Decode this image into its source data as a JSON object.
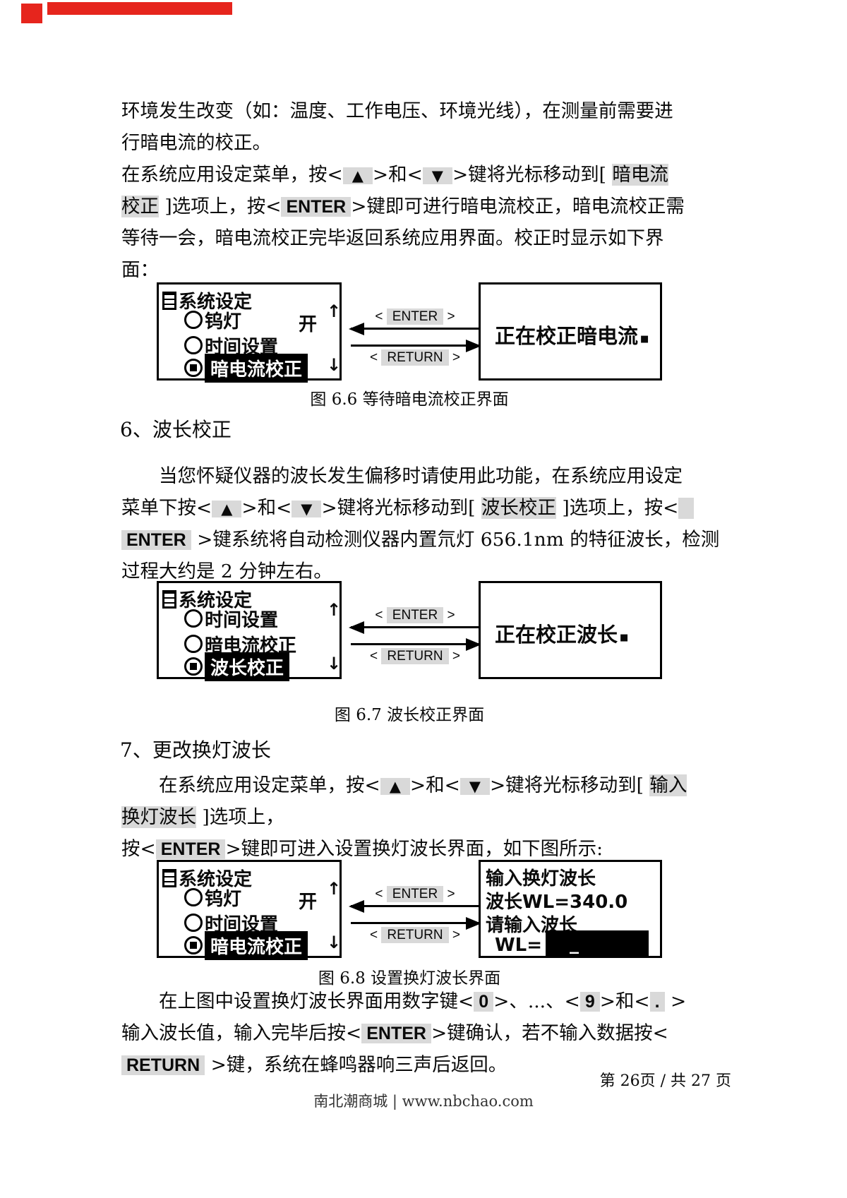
{
  "colors": {
    "highlight": "#d9d9d9",
    "red_mark": "#e6251d",
    "lcd_fg": "#000000",
    "footer_text": "#333333"
  },
  "icons": {
    "up": "↑",
    "down": "↓",
    "square_dot": "■"
  },
  "arrows": {
    "lt": "<",
    "gt": ">",
    "enter": "ENTER",
    "return": "RETURN"
  },
  "para1": {
    "lines": [
      [
        {
          "t": "环境发生改变（如：温度、工作电压、环境光线），在测量前需要进"
        }
      ],
      [
        {
          "t": "行暗电流的校正。"
        }
      ],
      [
        {
          "t": "在系统应用设定菜单，按<"
        },
        {
          "t": "▲",
          "c": "sym hl"
        },
        {
          "t": ">和<"
        },
        {
          "t": "▼",
          "c": "sym hl"
        },
        {
          "t": ">键将光标移动到[ "
        },
        {
          "t": "暗电流",
          "c": "hl"
        }
      ],
      [
        {
          "t": "校正",
          "c": "hl"
        },
        {
          "t": " ]选项上，按<"
        },
        {
          "t": "ENTER",
          "c": "en hl"
        },
        {
          "t": ">键即可进行暗电流校正，暗电流校正需"
        }
      ],
      [
        {
          "t": "等待一会，暗电流校正完毕返回系统应用界面。校正时显示如下界"
        }
      ],
      [
        {
          "t": "面："
        }
      ]
    ]
  },
  "sections": {
    "s6": {
      "heading": "6、波长校正",
      "lines": [
        [
          {
            "t": "　　当您怀疑仪器的波长发生偏移时请使用此功能，在系统应用设定"
          }
        ],
        [
          {
            "t": "菜单下按<"
          },
          {
            "t": "▲",
            "c": "sym hl"
          },
          {
            "t": ">和<"
          },
          {
            "t": "▼",
            "c": "sym hl"
          },
          {
            "t": ">键将光标移动到[ "
          },
          {
            "t": "波长校正",
            "c": "hl"
          },
          {
            "t": " ]选项上，按<"
          },
          {
            "t": "",
            "c": "hl stub"
          }
        ],
        [
          {
            "t": "ENTER",
            "c": "en hl"
          },
          {
            "t": " >键系统将自动检测仪器内置氘灯 656.1nm 的特征波长，检测"
          }
        ],
        [
          {
            "t": "过程大约是 2 分钟左右。"
          }
        ]
      ]
    },
    "s7": {
      "heading": "7、更改换灯波长",
      "lines": [
        [
          {
            "t": "　　在系统应用设定菜单，按<"
          },
          {
            "t": "▲",
            "c": "sym hl"
          },
          {
            "t": ">和<"
          },
          {
            "t": "▼",
            "c": "sym hl"
          },
          {
            "t": ">键将光标移动到[ "
          },
          {
            "t": "输入",
            "c": "hl"
          }
        ],
        [
          {
            "t": "换灯波长",
            "c": "hl"
          },
          {
            "t": " ]选项上，"
          }
        ],
        [
          {
            "t": "按<"
          },
          {
            "t": "ENTER",
            "c": "en hl"
          },
          {
            "t": ">键即可进入设置换灯波长界面，如下图所示:"
          }
        ]
      ]
    },
    "tail": {
      "lines": [
        [
          {
            "t": "　　在上图中设置换灯波长界面用数字键<"
          },
          {
            "t": "0",
            "c": "en hl"
          },
          {
            "t": ">、...、<"
          },
          {
            "t": "9",
            "c": "en hl"
          },
          {
            "t": ">和<"
          },
          {
            "t": ".",
            "c": "en hl"
          },
          {
            "t": " >"
          }
        ],
        [
          {
            "t": "输入波长值，输入完毕后按<"
          },
          {
            "t": "ENTER",
            "c": "en hl"
          },
          {
            "t": ">键确认，若不输入数据按<"
          }
        ],
        [
          {
            "t": "RETURN",
            "c": "en hl"
          },
          {
            "t": " >键，系统在蜂鸣器响三声后返回。"
          }
        ]
      ]
    }
  },
  "figures": {
    "f66": {
      "caption": "图 6.6 等待暗电流校正界面",
      "left": {
        "title": "系统设定",
        "items": [
          {
            "label": "钨灯",
            "value": "开"
          },
          {
            "label": "时间设置"
          },
          {
            "label": "暗电流校正",
            "selected": true
          }
        ]
      },
      "right": {
        "line": "正在校正暗电流"
      }
    },
    "f67": {
      "caption": "图 6.7 波长校正界面",
      "left": {
        "title": "系统设定",
        "items": [
          {
            "label": "时间设置"
          },
          {
            "label": "暗电流校正"
          },
          {
            "label": "波长校正",
            "selected": true
          }
        ]
      },
      "right": {
        "line": "正在校正波长"
      }
    },
    "f68": {
      "caption": "图 6.8 设置换灯波长界面",
      "left": {
        "title": "系统设定",
        "items": [
          {
            "label": "钨灯",
            "value": "开"
          },
          {
            "label": "时间设置"
          },
          {
            "label": "暗电流校正",
            "selected": true
          }
        ]
      },
      "right": {
        "lines": [
          "输入换灯波长",
          "波长WL=340.0",
          "请输入波长"
        ],
        "input_label": "WL=",
        "cursor": "_"
      }
    }
  },
  "footer": {
    "page": "第 26页 / 共 27 页",
    "site": "南北潮商城 | www.nbchao.com"
  }
}
